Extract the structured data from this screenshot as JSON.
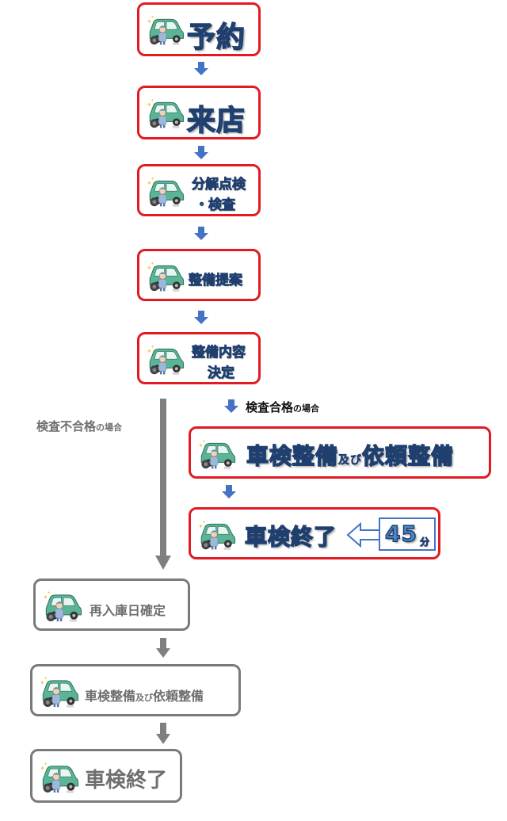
{
  "steps_main": [
    {
      "label": "予約"
    },
    {
      "label": "来店"
    },
    {
      "label_line1": "分解点検",
      "label_line2": "・検査"
    },
    {
      "label": "整備提案"
    },
    {
      "label_line1": "整備内容",
      "label_line2": "決定"
    }
  ],
  "branch_pass": {
    "label_main": "検査合格",
    "label_suffix": "の場合",
    "step1": {
      "main1": "車検整備",
      "small": "及び",
      "main2": "依頼整備"
    },
    "step2": {
      "label": "車検終了",
      "time_value": "45",
      "time_unit": "分"
    }
  },
  "branch_fail": {
    "label_main": "検査不合格",
    "label_suffix": "の場合",
    "step1": {
      "label": "再入庫日確定"
    },
    "step2": {
      "main1": "車検整備",
      "small": "及び",
      "main2": "依頼整備"
    },
    "step3": {
      "label": "車検終了"
    }
  },
  "colors": {
    "red_border": "#e01b22",
    "gray_border": "#7a7a7a",
    "blue_arrow": "#4472c4",
    "gray_arrow": "#7f7f7f",
    "car_body": "#5ab596"
  }
}
